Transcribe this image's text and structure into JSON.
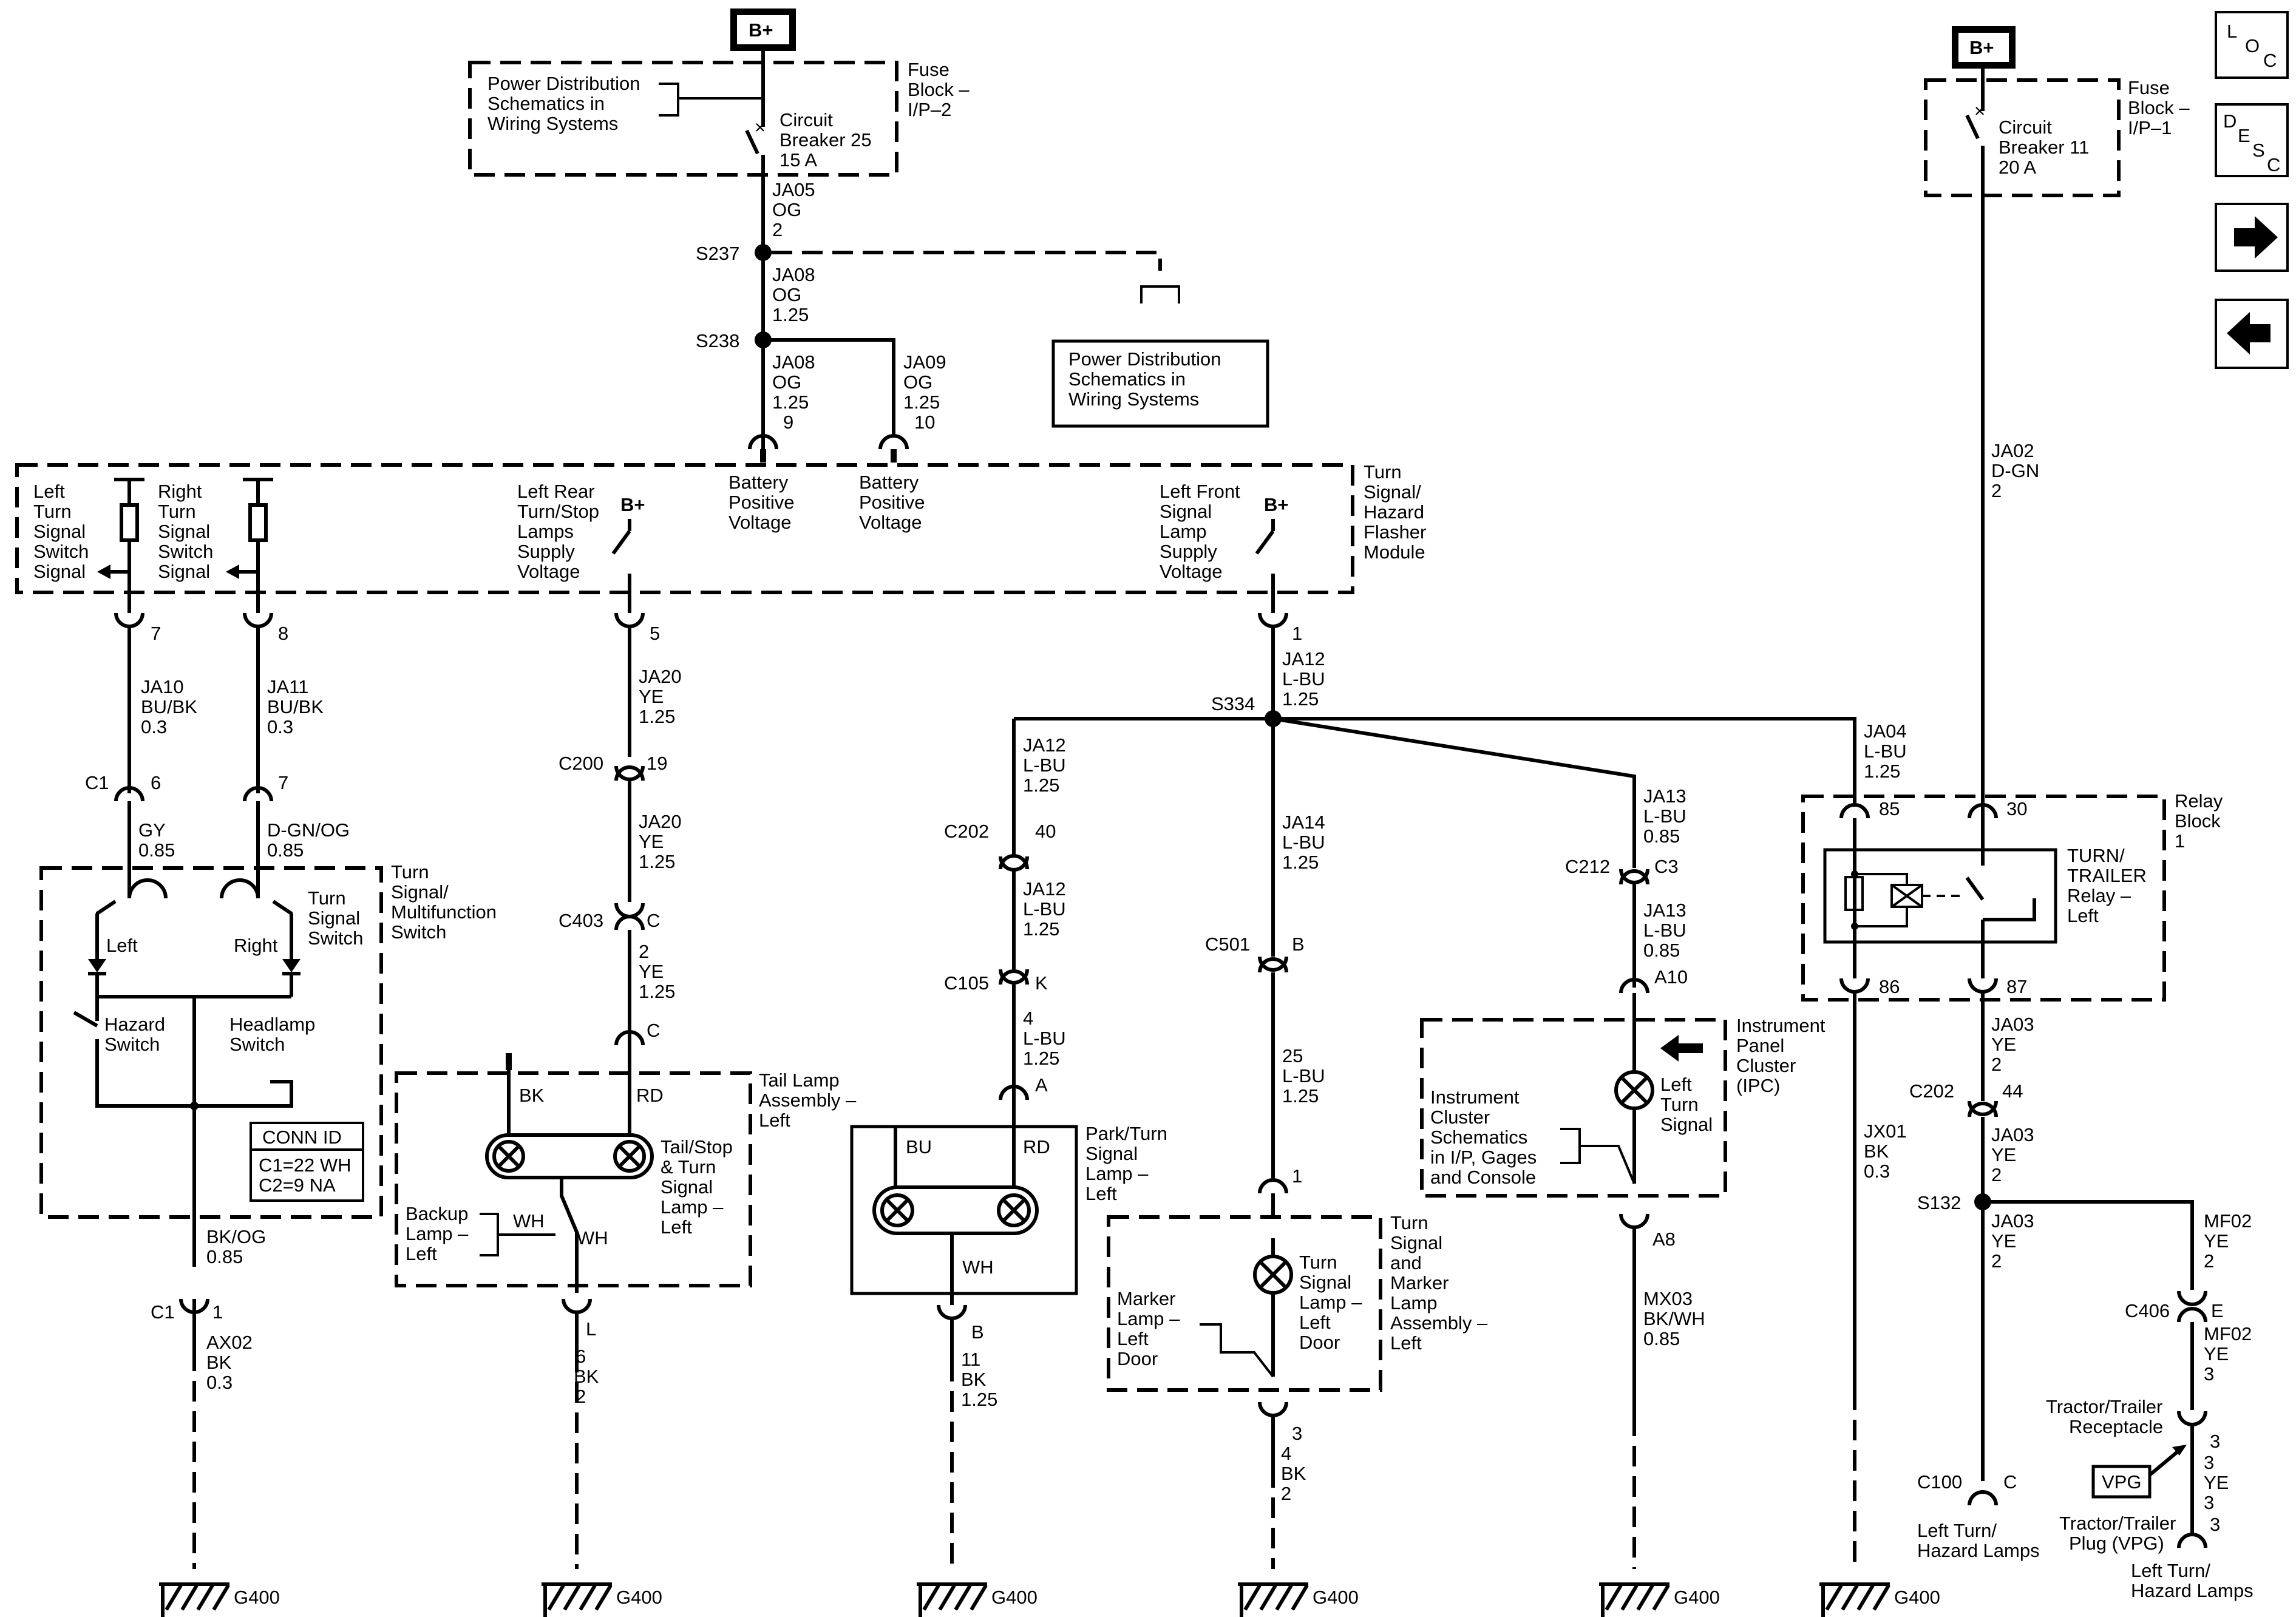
{
  "nav": {
    "loc": [
      "L",
      "O",
      "C"
    ],
    "desc": [
      "D",
      "E",
      "S",
      "C"
    ]
  },
  "top": {
    "bplus": "B+",
    "pds": [
      "Power Distribution",
      "Schematics in",
      "Wiring Systems"
    ],
    "fuse": [
      "Fuse",
      "Block –",
      "I/P–2"
    ],
    "cb": [
      "Circuit",
      "Breaker 25",
      "15 A"
    ],
    "w1": [
      "JA05",
      "OG",
      "2"
    ],
    "s237": "S237",
    "w2": [
      "JA08",
      "OG",
      "1.25"
    ],
    "s238": "S238",
    "w3": [
      "JA08",
      "OG",
      "1.25",
      "9"
    ],
    "w4": [
      "JA09",
      "OG",
      "1.25",
      "10"
    ],
    "pds2": [
      "Power Distribution",
      "Schematics in",
      "Wiring Systems"
    ]
  },
  "flasher": {
    "title": [
      "Turn",
      "Signal/",
      "Hazard",
      "Flasher",
      "Module"
    ],
    "lsig": [
      "Left",
      "Turn",
      "Signal",
      "Switch",
      "Signal"
    ],
    "rsig": [
      "Right",
      "Turn",
      "Signal",
      "Switch",
      "Signal"
    ],
    "lrear": [
      "Left Rear",
      "Turn/Stop",
      "Lamps",
      "Supply",
      "Voltage"
    ],
    "bpv1": [
      "Battery",
      "Positive",
      "Voltage"
    ],
    "bpv2": [
      "Battery",
      "Positive",
      "Voltage"
    ],
    "lfront": [
      "Left Front",
      "Signal",
      "Lamp",
      "Supply",
      "Voltage"
    ],
    "bplus": "B+",
    "pins": [
      "7",
      "8",
      "5",
      "1"
    ]
  },
  "col1": {
    "wire": [
      "JA10",
      "BU/BK",
      "0.3"
    ],
    "c1": "C1",
    "p6": "6",
    "wire2": [
      "GY",
      "0.85"
    ],
    "out": [
      "BK/OG",
      "0.85"
    ],
    "c1b": "C1",
    "p1": "1",
    "gnd": [
      "AX02",
      "BK",
      "0.3"
    ]
  },
  "col2": {
    "wire": [
      "JA11",
      "BU/BK",
      "0.3"
    ],
    "p7": "7",
    "wire2": [
      "D-GN/OG",
      "0.85"
    ]
  },
  "switch": {
    "title": [
      "Turn",
      "Signal/",
      "Multifunction",
      "Switch"
    ],
    "ts": [
      "Turn",
      "Signal",
      "Switch"
    ],
    "left": "Left",
    "right": "Right",
    "hazard": [
      "Hazard",
      "Switch"
    ],
    "headlamp": [
      "Headlamp",
      "Switch"
    ],
    "conn": "CONN ID",
    "c1": "C1=22 WH",
    "c2": "C2=9 NA"
  },
  "col3": {
    "w1": [
      "JA20",
      "YE",
      "1.25"
    ],
    "c200": "C200",
    "p19": "19",
    "w2": [
      "JA20",
      "YE",
      "1.25"
    ],
    "c403": "C403",
    "pc": "C",
    "w3": [
      "2",
      "YE",
      "1.25"
    ],
    "pc2": "C",
    "bk": "BK",
    "rd": "RD",
    "tail": [
      "Tail Lamp",
      "Assembly –",
      "Left"
    ],
    "ts": [
      "Tail/Stop",
      "& Turn",
      "Signal",
      "Lamp –",
      "Left"
    ],
    "backup": [
      "Backup",
      "Lamp –",
      "Left"
    ],
    "wh": "WH",
    "wh2": "WH",
    "pl": "L",
    "gnd": [
      "6",
      "BK",
      "2"
    ]
  },
  "col4": {
    "w1": [
      "JA12",
      "L-BU",
      "1.25"
    ],
    "c202": "C202",
    "p40": "40",
    "w2": [
      "JA12",
      "L-BU",
      "1.25"
    ],
    "c105": "C105",
    "pk": "K",
    "w3": [
      "4",
      "L-BU",
      "1.25"
    ],
    "pa": "A",
    "bu": "BU",
    "rd": "RD",
    "park": [
      "Park/Turn",
      "Signal",
      "Lamp –",
      "Left"
    ],
    "wh": "WH",
    "pb": "B",
    "gnd": [
      "11",
      "BK",
      "1.25"
    ]
  },
  "col5": {
    "w0": [
      "JA12",
      "L-BU",
      "1.25"
    ],
    "s334": "S334",
    "w1": [
      "JA14",
      "L-BU",
      "1.25"
    ],
    "c501": "C501",
    "pb": "B",
    "w2": [
      "25",
      "L-BU",
      "1.25"
    ],
    "p1": "1",
    "turn": [
      "Turn",
      "Signal",
      "Lamp –",
      "Left",
      "Door"
    ],
    "marker": [
      "Marker",
      "Lamp –",
      "Left",
      "Door"
    ],
    "assy": [
      "Turn",
      "Signal",
      "and",
      "Marker",
      "Lamp",
      "Assembly –",
      "Left"
    ],
    "p3": "3",
    "gnd": [
      "4",
      "BK",
      "2"
    ]
  },
  "col6": {
    "w1": [
      "JA13",
      "L-BU",
      "0.85"
    ],
    "c212": "C212",
    "pc3": "C3",
    "w2": [
      "JA13",
      "L-BU",
      "0.85"
    ],
    "pa10": "A10",
    "ipc": [
      "Instrument",
      "Panel",
      "Cluster",
      "(IPC)"
    ],
    "lts": [
      "Left",
      "Turn",
      "Signal"
    ],
    "ics": [
      "Instrument",
      "Cluster",
      "Schematics",
      "in I/P, Gages",
      "and Console"
    ],
    "pa8": "A8",
    "gnd": [
      "MX03",
      "BK/WH",
      "0.85"
    ]
  },
  "col7": {
    "w1": [
      "JA04",
      "L-BU",
      "1.25"
    ],
    "p85": "85",
    "p86": "86",
    "gnd": [
      "JX01",
      "BK",
      "0.3"
    ]
  },
  "col8": {
    "bplus": "B+",
    "fuse": [
      "Fuse",
      "Block –",
      "I/P–1"
    ],
    "cb": [
      "Circuit",
      "Breaker 11",
      "20 A"
    ],
    "w1": [
      "JA02",
      "D-GN",
      "2"
    ],
    "p30": "30",
    "p87": "87",
    "relay": [
      "TURN/",
      "TRAILER",
      "Relay –",
      "Left"
    ],
    "rb": [
      "Relay",
      "Block",
      "1"
    ],
    "w2": [
      "JA03",
      "YE",
      "2"
    ],
    "c202": "C202",
    "p44": "44",
    "w3": [
      "JA03",
      "YE",
      "2"
    ],
    "s132": "S132",
    "w4": [
      "JA03",
      "YE",
      "2"
    ],
    "c100": "C100",
    "pc": "C",
    "lthl": [
      "Left Turn/",
      "Hazard Lamps"
    ]
  },
  "col9": {
    "w1": [
      "MF02",
      "YE",
      "2"
    ],
    "c406": "C406",
    "pe": "E",
    "w2": [
      "MF02",
      "YE",
      "3"
    ],
    "rec": [
      "Tractor/Trailer",
      "Receptacle"
    ],
    "p3": "3",
    "w3": [
      "3",
      "YE",
      "3"
    ],
    "vpg": "VPG",
    "plug": [
      "Tractor/Trailer",
      "Plug (VPG)"
    ],
    "p3b": "3",
    "lthl": [
      "Left Turn/",
      "Hazard Lamps"
    ]
  },
  "ground": "G400"
}
